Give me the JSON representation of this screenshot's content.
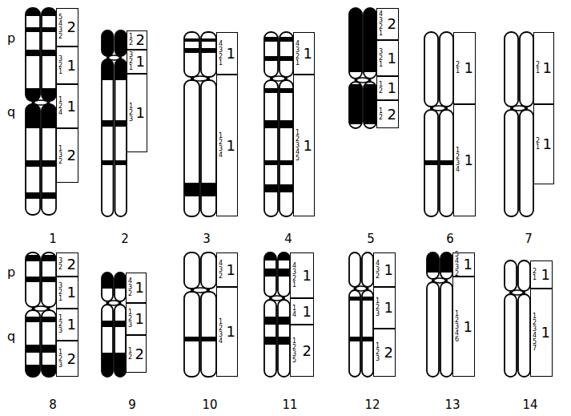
{
  "diagram": {
    "nodes": [
      {
        "text": [
          "2",
          "5 4 3 2"
        ]
      },
      {
        "text": [
          "1",
          "3 2 1"
        ]
      },
      {
        "text": [
          "1",
          "1 2 4"
        ]
      },
      {
        "text": [
          "2",
          "1 3 2"
        ]
      },
      {
        "text": [
          "2",
          "1 2"
        ]
      },
      {
        "text": [
          "1",
          "3 2 1"
        ]
      },
      {
        "text": [
          "1",
          "1 2 3"
        ]
      },
      {
        "text": [
          "1",
          "4 3 2 1"
        ]
      },
      {
        "text": [
          "1",
          "1 2 3 4"
        ]
      },
      {
        "text": [
          "1",
          "4 3 2 1"
        ]
      },
      {
        "text": [
          "1",
          "1 2 3 4 5"
        ]
      },
      {
        "text": [
          "2",
          "4 3 2 1"
        ]
      },
      {
        "text": [
          "1",
          "3 2 1"
        ]
      },
      {
        "text": [
          "1",
          "1 2"
        ]
      },
      {
        "text": [
          "2",
          "1 2"
        ]
      },
      {
        "text": [
          "1",
          "2 1"
        ]
      },
      {
        "text": [
          "1",
          "1 2 3 4"
        ]
      },
      {
        "text": [
          "1",
          "2 1"
        ]
      },
      {
        "text": [
          "1",
          "2 1"
        ]
      },
      {
        "text": [
          "2",
          "3 2"
        ]
      },
      {
        "text": [
          "1",
          "3 2 1"
        ]
      },
      {
        "text": [
          "1",
          "1 2 3"
        ]
      },
      {
        "text": [
          "2",
          "1 2 3"
        ]
      },
      {
        "text": [
          "1",
          "4 3 2"
        ]
      },
      {
        "text": [
          "1",
          "1 2 3"
        ]
      },
      {
        "text": [
          "2",
          "1 2"
        ]
      },
      {
        "text": [
          "1",
          "4 3 2"
        ]
      },
      {
        "text": [
          "1",
          "1 2 3 4"
        ]
      },
      {
        "text": [
          "1",
          "4 3 2 1"
        ]
      },
      {
        "text": [
          "1",
          "1 4"
        ]
      },
      {
        "text": [
          "2",
          "1 2 3 5"
        ]
      },
      {
        "text": [
          "1",
          "4 3 2"
        ]
      },
      {
        "text": [
          "1",
          "1 2 3"
        ]
      },
      {
        "text": [
          "2",
          "1 2 3"
        ]
      },
      {
        "text": [
          "1",
          "5 4 3 2"
        ]
      },
      {
        "text": [
          "1",
          "1 2 3 4 6"
        ]
      },
      {
        "text": [
          "1",
          "2 1"
        ]
      },
      {
        "text": [
          "1",
          "1 2 3 4 5 7"
        ]
      }
    ],
    "labels": [
      "p",
      "q",
      "p",
      "q",
      "1",
      "2",
      "3",
      "4",
      "5",
      "6",
      "7",
      "8",
      "9",
      "10",
      "11",
      "12",
      "13",
      "14"
    ]
  }
}
